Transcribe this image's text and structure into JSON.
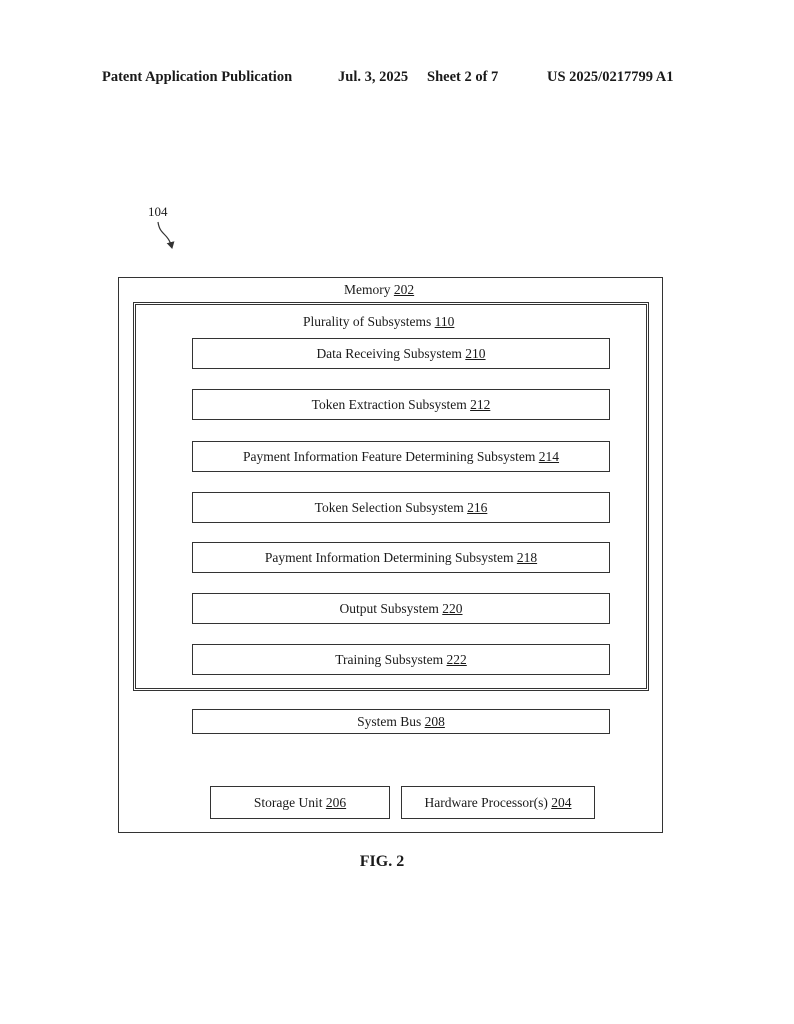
{
  "header": {
    "publication": "Patent Application Publication",
    "date": "Jul. 3, 2025",
    "sheet": "Sheet 2 of 7",
    "patent_number": "US 2025/0217799 A1"
  },
  "figure_ref": "104",
  "memory": {
    "label": "Memory",
    "number": "202"
  },
  "subsystems_group": {
    "label": "Plurality of Subsystems",
    "number": "110"
  },
  "subsystems": [
    {
      "label": "Data Receiving Subsystem",
      "number": "210"
    },
    {
      "label": "Token Extraction Subsystem",
      "number": "212"
    },
    {
      "label": "Payment Information Feature Determining Subsystem",
      "number": "214"
    },
    {
      "label": "Token Selection Subsystem",
      "number": "216"
    },
    {
      "label": "Payment Information Determining Subsystem",
      "number": "218"
    },
    {
      "label": "Output Subsystem",
      "number": "220"
    },
    {
      "label": "Training Subsystem",
      "number": "222"
    }
  ],
  "system_bus": {
    "label": "System Bus",
    "number": "208"
  },
  "storage_unit": {
    "label": "Storage Unit",
    "number": "206"
  },
  "hardware_processor": {
    "label": "Hardware Processor(s)",
    "number": "204"
  },
  "figure_caption": "FIG. 2"
}
